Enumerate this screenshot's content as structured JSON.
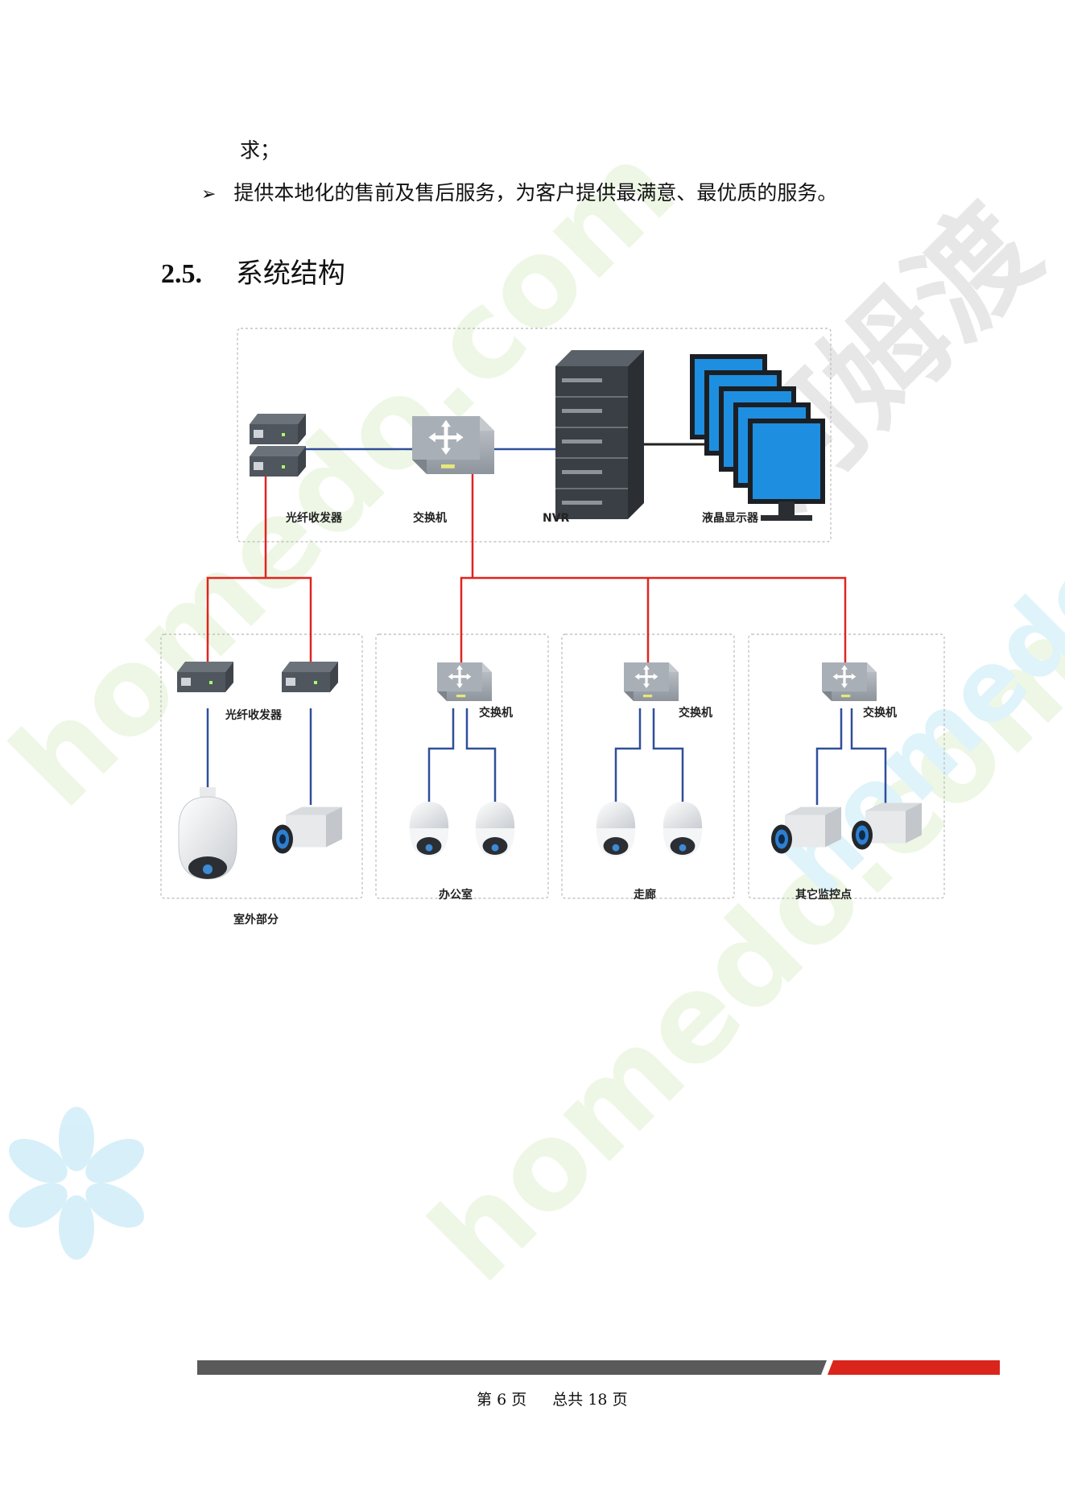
{
  "body": {
    "continued_line": "求；",
    "bullet_symbol": "➢",
    "bullet_text": "提供本地化的售前及售后服务，为客户提供最满意、最优质的服务。"
  },
  "section": {
    "number": "2.5.",
    "title": "系统结构"
  },
  "diagram": {
    "core_labels": {
      "fiber_transceiver": "光纤收发器",
      "switch": "交换机",
      "nvr": "NVR",
      "lcd": "液晶显示器"
    },
    "groups": [
      {
        "node_label": "光纤收发器",
        "caption": "室外部分"
      },
      {
        "node_label": "交换机",
        "caption": "办公室"
      },
      {
        "node_label": "交换机",
        "caption": "走廊"
      },
      {
        "node_label": "交换机",
        "caption": "其它监控点"
      }
    ],
    "colors": {
      "link_red": "#e0241f",
      "link_blue": "#2f4f9a",
      "screen_blue": "#1e8fe0",
      "device_gray": "#8a9199"
    }
  },
  "watermark": {
    "text_latin": "homedo.com",
    "text_cn": "河姆渡"
  },
  "footer": {
    "page_prefix": "第",
    "page_num": "6",
    "page_suffix": "页",
    "total_prefix": "总共",
    "total_num": "18",
    "total_suffix": "页",
    "bar_colors": {
      "gray": "#5a5a5a",
      "red": "#d9251c"
    }
  }
}
